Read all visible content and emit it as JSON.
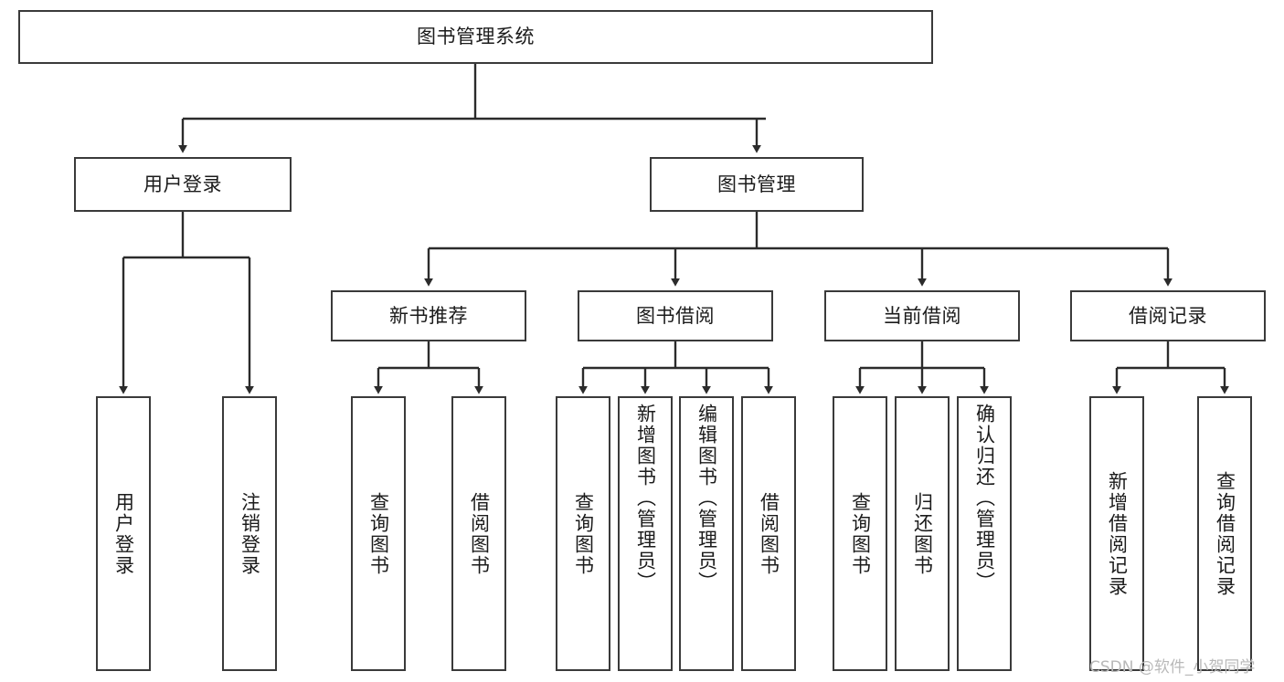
{
  "diagram": {
    "title": "图书管理系统",
    "type": "tree-hierarchy-chart",
    "watermark": "CSDN @软件_小贺同学",
    "colors": {
      "background": "#ffffff",
      "box_border": "#3a3a3a",
      "box_fill": "#ffffff",
      "text": "#1b1b1b",
      "connector": "#2b2b2b",
      "watermark": "#b9b9b9"
    },
    "levels": {
      "root": "图书管理系统",
      "level2": [
        "用户登录",
        "图书管理"
      ],
      "level3": [
        "新书推荐",
        "图书借阅",
        "当前借阅",
        "借阅记录"
      ]
    },
    "nodes": {
      "root": {
        "label": "图书管理系统"
      },
      "user_login": {
        "label": "用户登录"
      },
      "book_manage": {
        "label": "图书管理"
      },
      "new_book_rec": {
        "label": "新书推荐"
      },
      "book_borrow": {
        "label": "图书借阅"
      },
      "current_borrow": {
        "label": "当前借阅"
      },
      "borrow_record": {
        "label": "借阅记录"
      },
      "leaf_user_login": {
        "label": "用户登录"
      },
      "leaf_logout": {
        "label": "注销登录"
      },
      "leaf_query_book_1": {
        "label": "查询图书"
      },
      "leaf_borrow_book_1": {
        "label": "借阅图书"
      },
      "leaf_query_book_2": {
        "label": "查询图书"
      },
      "leaf_add_book": {
        "label": "新增图书（管理员）"
      },
      "leaf_edit_book": {
        "label": "编辑图书（管理员）"
      },
      "leaf_borrow_book_2": {
        "label": "借阅图书"
      },
      "leaf_query_book_3": {
        "label": "查询图书"
      },
      "leaf_return_book": {
        "label": "归还图书"
      },
      "leaf_confirm_return": {
        "label": "确认归还（管理员）"
      },
      "leaf_add_record": {
        "label": "新增借阅记录"
      },
      "leaf_query_record": {
        "label": "查询借阅记录"
      }
    }
  }
}
